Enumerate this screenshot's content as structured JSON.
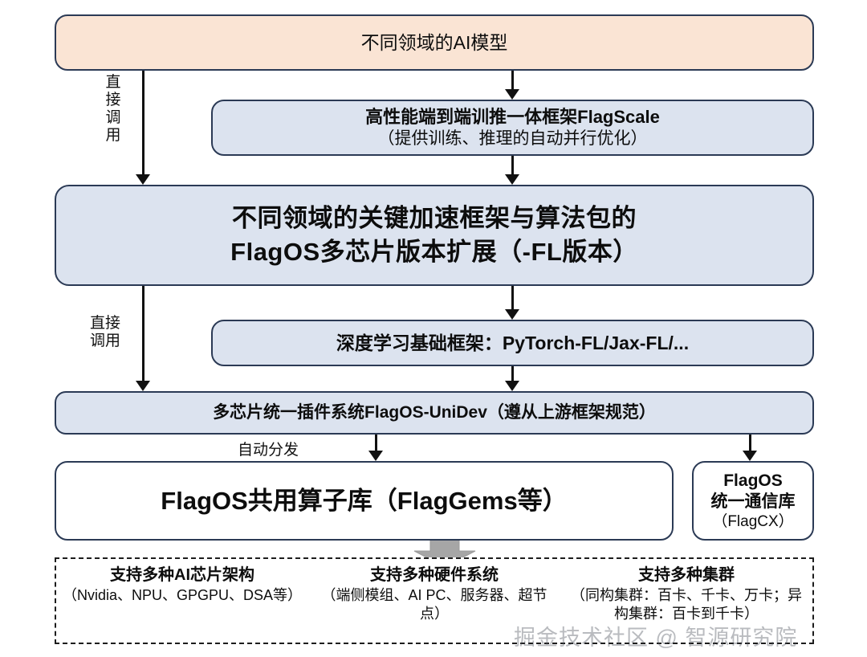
{
  "diagram": {
    "title": "FlagOS 体系架构图",
    "colors": {
      "peach_fill": "#fae4d4",
      "blue_fill": "#dce3ef",
      "white_fill": "#ffffff",
      "border": "#2b3a55",
      "connector": "#111111",
      "gray_arrow": "#a6a6a6",
      "watermark": "#50555f"
    }
  },
  "boxes": {
    "ai_models": {
      "label": "不同领域的AI模型"
    },
    "flagscale": {
      "title": "高性能端到端训推一体框架FlagScale",
      "subtitle": "（提供训练、推理的自动并行优化）"
    },
    "accel_frameworks": {
      "line1": "不同领域的关键加速框架与算法包的",
      "line2": "FlagOS多芯片版本扩展（-FL版本）"
    },
    "dl_frameworks": {
      "label": "深度学习基础框架：PyTorch-FL/Jax-FL/..."
    },
    "unidev": {
      "label": "多芯片统一插件系统FlagOS-UniDev（遵从上游框架规范）"
    },
    "flaggems": {
      "label": "FlagOS共用算子库（FlagGems等）"
    },
    "flagcx": {
      "line1": "FlagOS",
      "line2": "统一通信库",
      "line3": "（FlagCX）"
    }
  },
  "connector_labels": {
    "direct_call_vertical": {
      "chars": [
        "直",
        "接",
        "调",
        "用"
      ]
    },
    "direct_call_stacked": {
      "line1": "直接",
      "line2": "调用"
    },
    "auto_dispatch": "自动分发"
  },
  "support": {
    "columns": [
      {
        "title": "支持多种AI芯片架构",
        "desc": "（Nvidia、NPU、GPGPU、DSA等）"
      },
      {
        "title": "支持多种硬件系统",
        "desc": "（端侧模组、AI PC、服务器、超节点）"
      },
      {
        "title": "支持多种集群",
        "desc": "（同构集群：百卡、千卡、万卡；异构集群：百卡到千卡）"
      }
    ]
  },
  "watermark": {
    "text": "掘金技术社区 @ 智源研究院"
  }
}
